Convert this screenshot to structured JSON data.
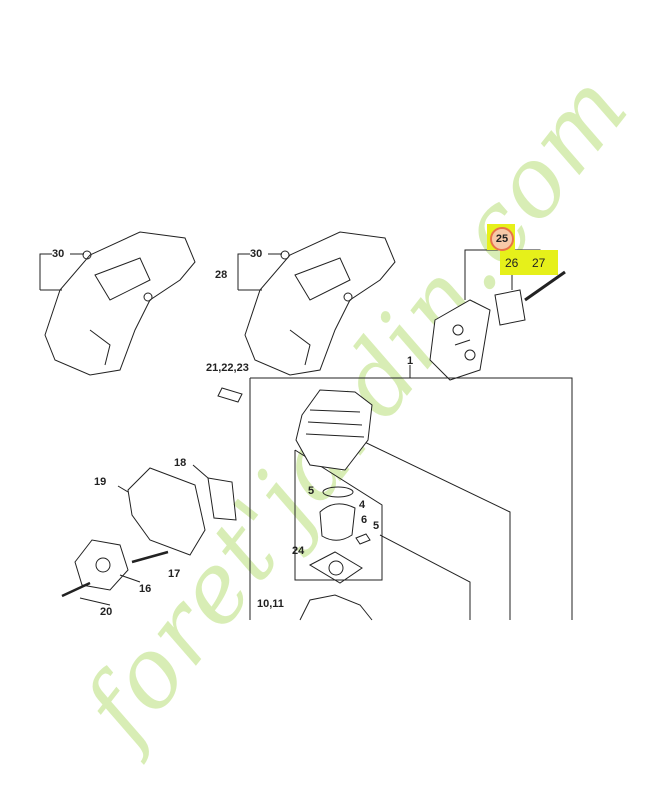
{
  "watermark": "foret'jardin.com",
  "colors": {
    "highlight": "#e6f01a",
    "circle_fill": "#f7c9a8",
    "circle_border": "#e8734a",
    "watermark": "#b9e07a"
  },
  "callouts": {
    "c30a": "30",
    "c28": "28",
    "c30b": "30",
    "c21": "21,22,23",
    "c1": "1",
    "c25": "25",
    "c26": "26",
    "c27": "27",
    "c19": "19",
    "c18": "18",
    "c5a": "5",
    "c4": "4",
    "c6": "6",
    "c5b": "5",
    "c24": "24",
    "c17": "17",
    "c16": "16",
    "c20": "20",
    "c10": "10,11"
  }
}
